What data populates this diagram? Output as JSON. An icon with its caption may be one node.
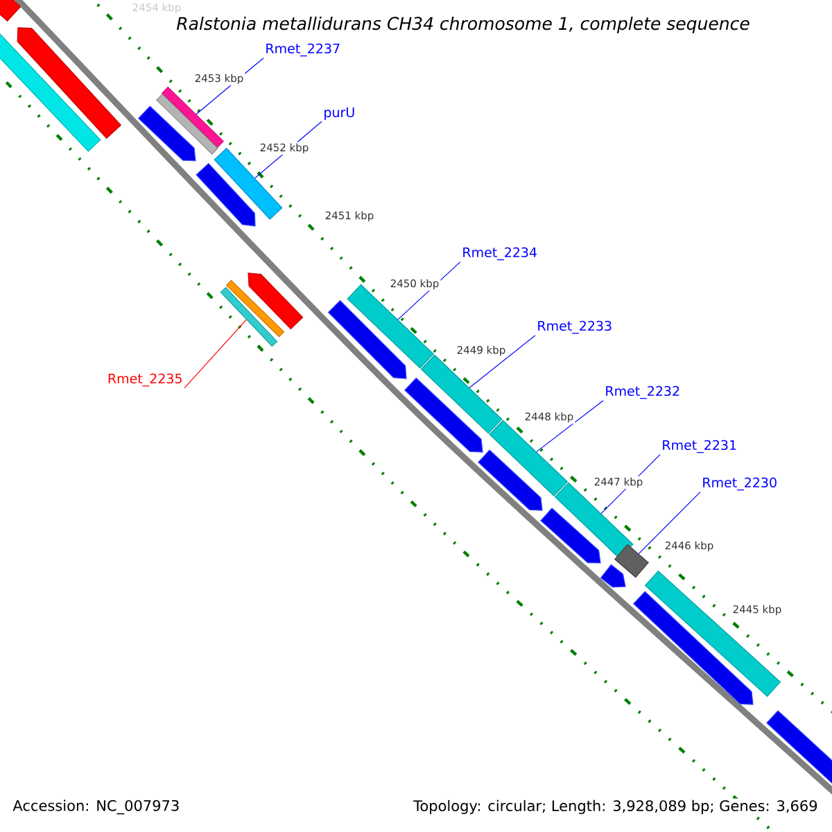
{
  "diagram": {
    "title": "Ralstonia metallidurans CH34 chromosome 1, complete sequence",
    "nodes": [
      {
        "text": [
          "Rmet_2237"
        ]
      },
      {
        "text": [],
        "shape": "bar"
      },
      {
        "text": [
          "purU"
        ]
      },
      {
        "text": [],
        "shape": "bar"
      },
      {
        "text": [
          "Rmet_2234"
        ]
      },
      {
        "text": [],
        "shape": "bar"
      },
      {
        "text": [
          "Rmet_2233"
        ]
      },
      {
        "text": [],
        "shape": "bar"
      },
      {
        "text": [
          "Rmet_2235"
        ]
      },
      {
        "text": [],
        "shape": "bar"
      },
      {
        "text": [
          "Rmet_2232"
        ]
      },
      {
        "text": [],
        "shape": "bar"
      },
      {
        "text": [
          "Rmet_2231"
        ]
      },
      {
        "text": [],
        "shape": "bar"
      },
      {
        "text": [
          "Rmet_2230"
        ]
      },
      {
        "text": [],
        "shape": "bar"
      }
    ],
    "edges": [
      {
        "from": 0,
        "to": 1,
        "arrow": "none"
      },
      {
        "from": 2,
        "to": 3,
        "arrow": "none"
      },
      {
        "from": 4,
        "to": 5,
        "arrow": "none"
      },
      {
        "from": 6,
        "to": 7,
        "arrow": "none"
      },
      {
        "from": 8,
        "to": 9,
        "arrow": "none",
        "color": "#ff0000"
      },
      {
        "from": 10,
        "to": 11,
        "arrow": "none"
      },
      {
        "from": 12,
        "to": 13,
        "arrow": "none"
      },
      {
        "from": 14,
        "to": 15,
        "arrow": "none"
      }
    ],
    "labels": [
      "2454 kbp",
      "2453 kbp",
      "2452 kbp",
      "2451 kbp",
      "2450 kbp",
      "2449 kbp",
      "2448 kbp",
      "2447 kbp",
      "2446 kbp",
      "2445 kbp",
      "Accession: NC_007973",
      "Topology: circular; Length: 3,928,089 bp; Genes: 3,669"
    ]
  }
}
